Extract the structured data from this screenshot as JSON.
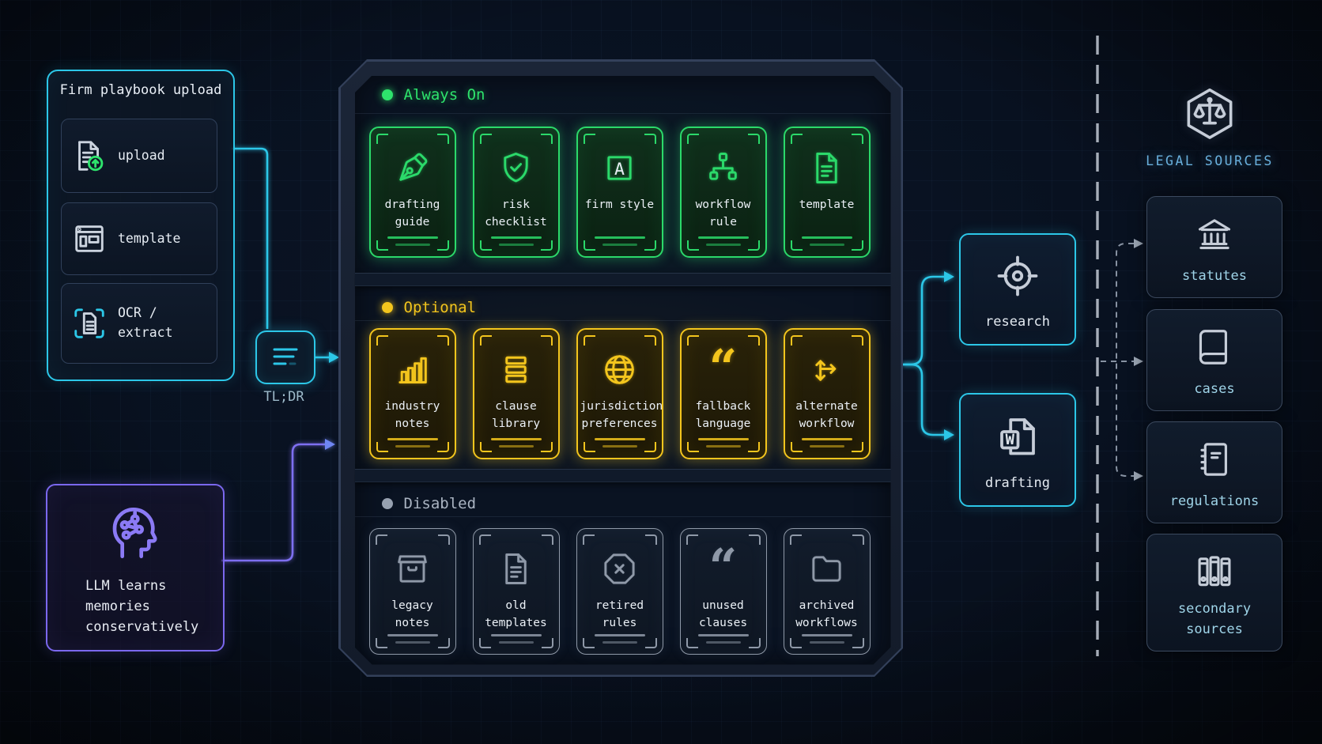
{
  "playbook_panel": {
    "title": "Firm playbook upload",
    "items": [
      {
        "label": "upload",
        "icon": "document-upload-icon"
      },
      {
        "label": "template",
        "icon": "layout-template-icon"
      },
      {
        "label": "OCR / extract",
        "icon": "document-scan-icon"
      }
    ]
  },
  "tldr": {
    "label": "TL;DR",
    "icon": "summary-lines-icon"
  },
  "llm_box": {
    "label": "LLM learns memories conservatively",
    "icon": "head-circuit-icon"
  },
  "memory_panel": {
    "sections": [
      {
        "id": "always_on",
        "label": "Always On",
        "color": "#2ee36c",
        "cards": [
          {
            "label": "drafting guide",
            "icon": "pen-nib-icon"
          },
          {
            "label": "risk checklist",
            "icon": "shield-check-icon"
          },
          {
            "label": "firm style",
            "icon": "letter-a-icon"
          },
          {
            "label": "workflow rule",
            "icon": "workflow-nodes-icon"
          },
          {
            "label": "template",
            "icon": "document-lines-icon"
          }
        ]
      },
      {
        "id": "optional",
        "label": "Optional",
        "color": "#f3c51d",
        "cards": [
          {
            "label": "industry notes",
            "icon": "bar-chart-icon"
          },
          {
            "label": "clause library",
            "icon": "stacked-bars-icon"
          },
          {
            "label": "jurisdiction preferences",
            "icon": "globe-icon"
          },
          {
            "label": "fallback language",
            "icon": "quote-marks-icon"
          },
          {
            "label": "alternate workflow",
            "icon": "branch-arrows-icon"
          }
        ]
      },
      {
        "id": "disabled",
        "label": "Disabled",
        "color": "#9aa6b5",
        "cards": [
          {
            "label": "legacy notes",
            "icon": "archive-box-icon"
          },
          {
            "label": "old templates",
            "icon": "document-lines-icon"
          },
          {
            "label": "retired rules",
            "icon": "octagon-x-icon"
          },
          {
            "label": "unused clauses",
            "icon": "quote-marks-icon"
          },
          {
            "label": "archived workflows",
            "icon": "folder-icon"
          }
        ]
      }
    ]
  },
  "outputs": [
    {
      "label": "research",
      "icon": "target-icon"
    },
    {
      "label": "drafting",
      "icon": "word-document-icon"
    }
  ],
  "legal_sources": {
    "title": "LEGAL SOURCES",
    "icon": "scales-hexagon-icon",
    "items": [
      {
        "label": "statutes",
        "icon": "courthouse-icon"
      },
      {
        "label": "cases",
        "icon": "book-icon"
      },
      {
        "label": "regulations",
        "icon": "notebook-icon"
      },
      {
        "label": "secondary sources",
        "icon": "binders-icon"
      }
    ]
  },
  "colors": {
    "accent_cyan": "#2cc7e8",
    "accent_green": "#2bd96a",
    "accent_yellow": "#f3c51d",
    "accent_purple": "#7b68ee",
    "disabled_gray": "#8f99a8",
    "background": "#081120",
    "label_text": "#ecf1f7",
    "source_label": "#9fd4e8"
  }
}
